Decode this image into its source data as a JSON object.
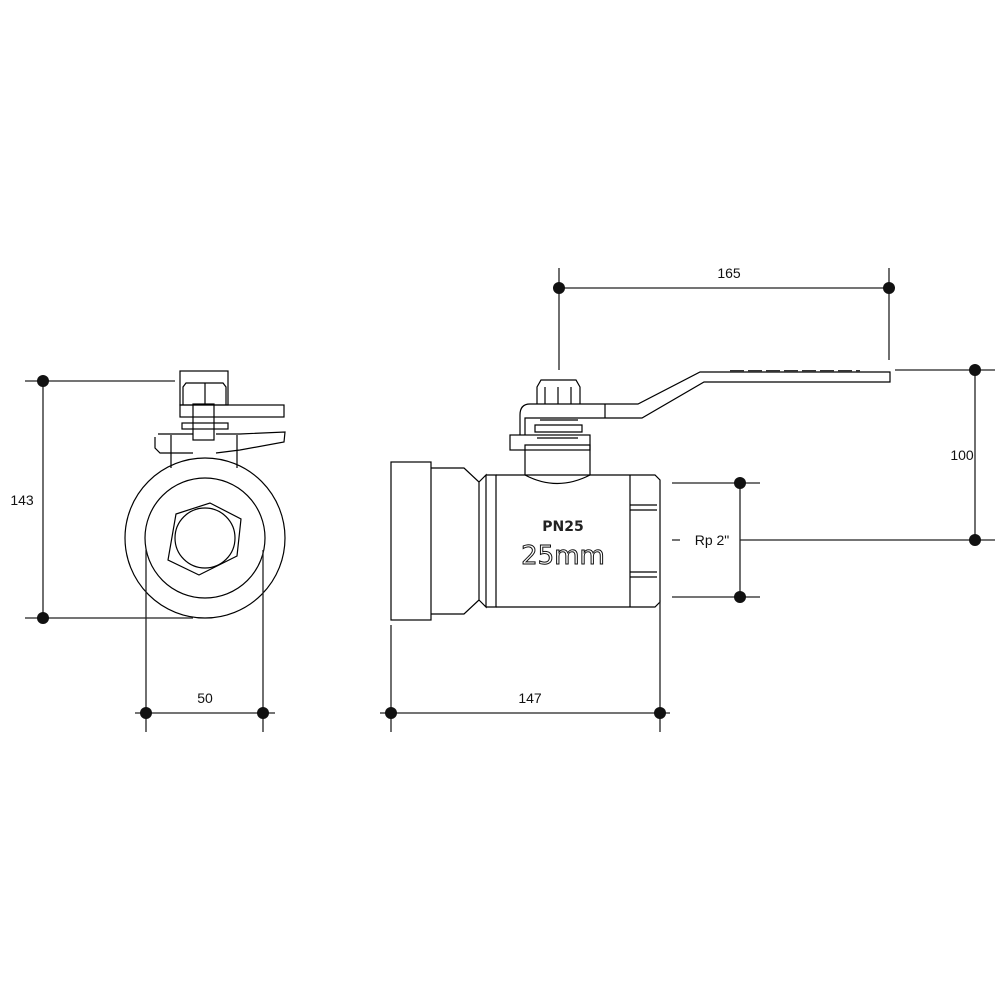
{
  "dimensions": {
    "height_overall": "143",
    "width_front": "50",
    "length": "147",
    "handle_length": "165",
    "handle_height": "100",
    "thread": "Rp 2\""
  },
  "body_marking": {
    "pressure": "PN25",
    "size": "25mm"
  }
}
